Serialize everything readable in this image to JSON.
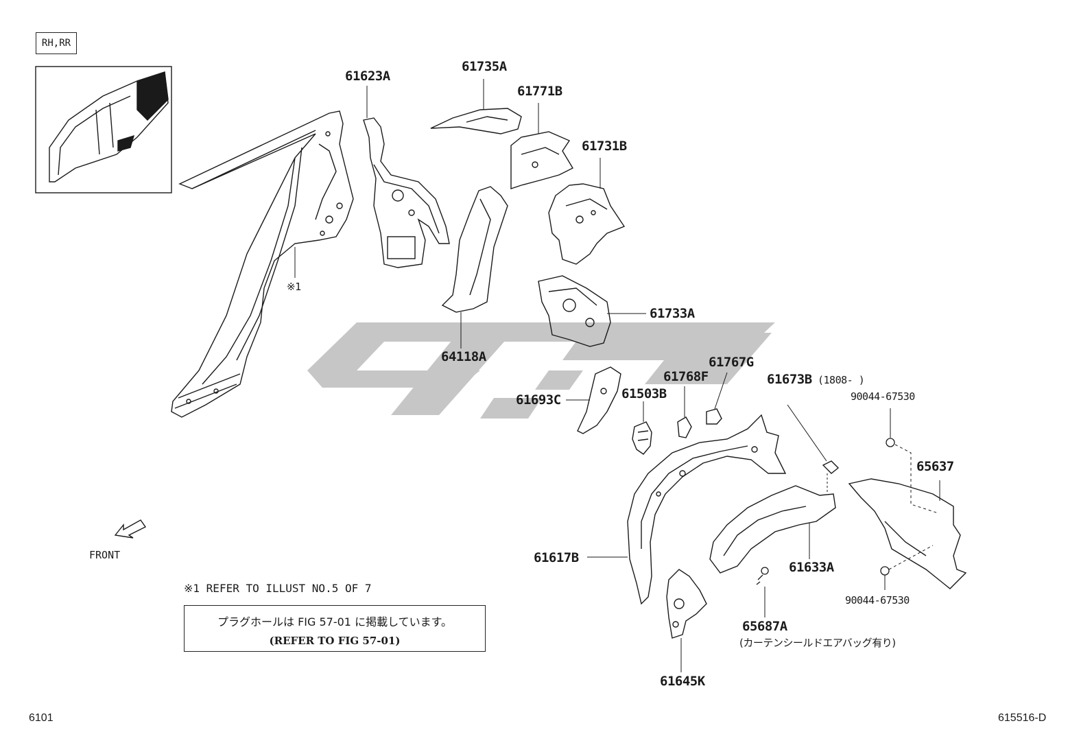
{
  "view_tag": "RH,RR",
  "front_label": "FRONT",
  "ref_note": "※1  REFER TO ILLUST NO.5 OF 7",
  "ref_mark": "※1",
  "plug_note": {
    "jp": "プラグホールは FIG 57-01 に掲載しています。",
    "en": "(REFER TO FIG 57-01)"
  },
  "parts": {
    "p61623A": "61623A",
    "p61735A": "61735A",
    "p61771B": "61771B",
    "p61731B": "61731B",
    "p61733A": "61733A",
    "p64118A": "64118A",
    "p61767G": "61767G",
    "p61768F": "61768F",
    "p61693C": "61693C",
    "p61503B": "61503B",
    "p61673B": "61673B",
    "p61673B_date": "(1808-      )",
    "p90044_top": "90044-67530",
    "p65637": "65637",
    "p61617B": "61617B",
    "p61633A": "61633A",
    "p90044_bottom": "90044-67530",
    "p65687A": "65687A",
    "p65687A_note": "(カーテンシールドエアバッグ有り)",
    "p61645K": "61645K"
  },
  "page_number": "6101",
  "illustration_code": "615516-D",
  "colors": {
    "line": "#1a1a1a",
    "watermark": "#c8c8c8",
    "background": "#ffffff"
  }
}
